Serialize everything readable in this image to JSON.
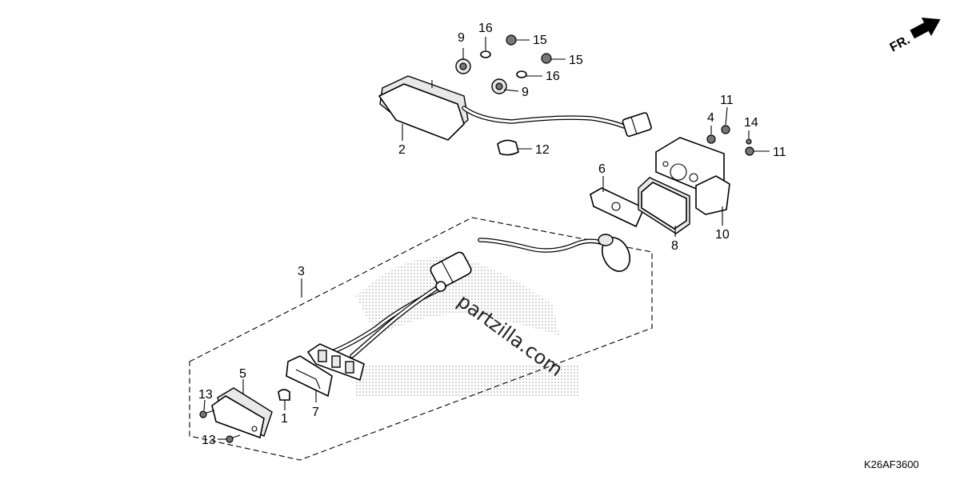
{
  "diagram": {
    "callouts": {
      "c1": "1",
      "c2": "2",
      "c3": "3",
      "c4": "4",
      "c5": "5",
      "c6": "6",
      "c7": "7",
      "c8": "8",
      "c9a": "9",
      "c9b": "9",
      "c10": "10",
      "c11a": "11",
      "c11b": "11",
      "c12": "12",
      "c13a": "13",
      "c13b": "13",
      "c14": "14",
      "c15a": "15",
      "c15b": "15",
      "c16a": "16",
      "c16b": "16"
    },
    "direction_label": "FR.",
    "diagram_code": "K26AF3600",
    "watermark": "partzilla.com"
  }
}
